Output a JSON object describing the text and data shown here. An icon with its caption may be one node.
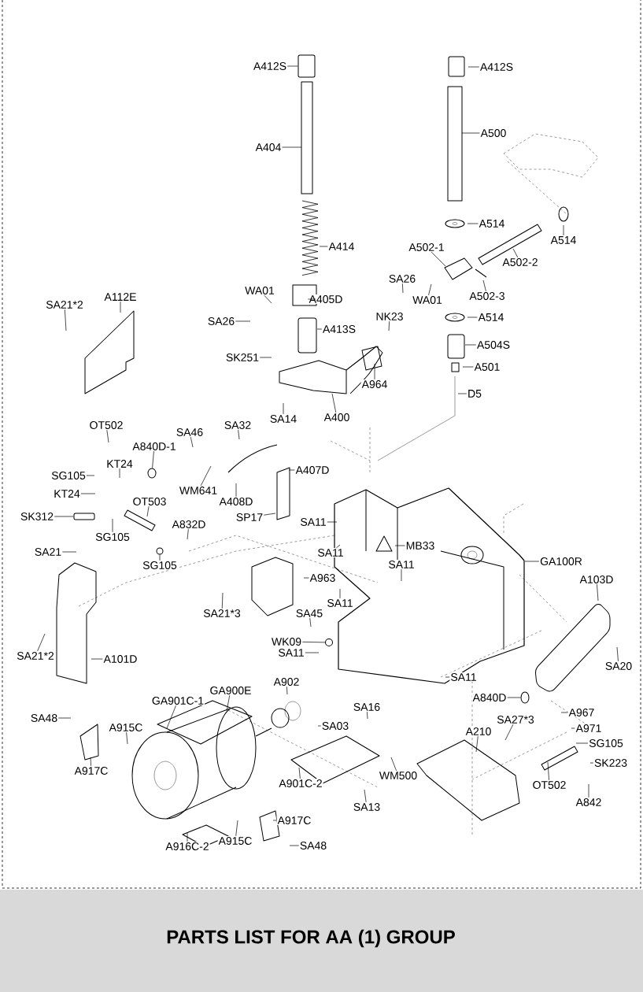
{
  "diagram": {
    "title": "PARTS LIST FOR AA (1) GROUP",
    "nodes": [
      {
        "text": [
          "A412S"
        ]
      },
      {
        "text": [
          "A412S"
        ]
      },
      {
        "text": [
          "A404"
        ]
      },
      {
        "text": [
          "A500"
        ]
      },
      {
        "text": [
          "A514"
        ]
      },
      {
        "text": [
          "A514"
        ]
      },
      {
        "text": [
          "A502-1"
        ]
      },
      {
        "text": [
          "A502-2"
        ]
      },
      {
        "text": [
          "A502-3"
        ]
      },
      {
        "text": [
          "SA26"
        ]
      },
      {
        "text": [
          "WA01"
        ]
      },
      {
        "text": [
          "A514"
        ]
      },
      {
        "text": [
          "A504S"
        ]
      },
      {
        "text": [
          "A501"
        ]
      },
      {
        "text": [
          "D5"
        ]
      },
      {
        "text": [
          "A414"
        ]
      },
      {
        "text": [
          "WA01"
        ]
      },
      {
        "text": [
          "A405D"
        ]
      },
      {
        "text": [
          "SA26"
        ]
      },
      {
        "text": [
          "A413S"
        ]
      },
      {
        "text": [
          "NK23"
        ]
      },
      {
        "text": [
          "SK251"
        ]
      },
      {
        "text": [
          "A964"
        ]
      },
      {
        "text": [
          "SA14"
        ]
      },
      {
        "text": [
          "A400"
        ]
      },
      {
        "text": [
          "A112E"
        ]
      },
      {
        "text": [
          "SA21*2"
        ]
      },
      {
        "text": [
          "OT502"
        ]
      },
      {
        "text": [
          "A840D-1"
        ]
      },
      {
        "text": [
          "SA46"
        ]
      },
      {
        "text": [
          "SA32"
        ]
      },
      {
        "text": [
          "SG105"
        ]
      },
      {
        "text": [
          "KT24"
        ]
      },
      {
        "text": [
          "KT24"
        ]
      },
      {
        "text": [
          "SK312"
        ]
      },
      {
        "text": [
          "OT503"
        ]
      },
      {
        "text": [
          "WM641"
        ]
      },
      {
        "text": [
          "A408D"
        ]
      },
      {
        "text": [
          "A407D"
        ]
      },
      {
        "text": [
          "SP17"
        ]
      },
      {
        "text": [
          "SG105"
        ]
      },
      {
        "text": [
          "SA11"
        ]
      },
      {
        "text": [
          "A832D"
        ]
      },
      {
        "text": [
          "SG105"
        ]
      },
      {
        "text": [
          "SA11"
        ]
      },
      {
        "text": [
          "SA21"
        ]
      },
      {
        "text": [
          "MB33"
        ]
      },
      {
        "text": [
          "SA11"
        ]
      },
      {
        "text": [
          "SA11"
        ]
      },
      {
        "text": [
          "A963"
        ]
      },
      {
        "text": [
          "SA21*3"
        ]
      },
      {
        "text": [
          "GA100R"
        ]
      },
      {
        "text": [
          "A103D"
        ]
      },
      {
        "text": [
          "SA45"
        ]
      },
      {
        "text": [
          "WK09"
        ]
      },
      {
        "text": [
          "SA11"
        ]
      },
      {
        "text": [
          "SA21*2"
        ]
      },
      {
        "text": [
          "A101D"
        ]
      },
      {
        "text": [
          "SA20"
        ]
      },
      {
        "text": [
          "SA11"
        ]
      },
      {
        "text": [
          "GA901C-1"
        ]
      },
      {
        "text": [
          "GA900E"
        ]
      },
      {
        "text": [
          "A902"
        ]
      },
      {
        "text": [
          "SA03"
        ]
      },
      {
        "text": [
          "SA16"
        ]
      },
      {
        "text": [
          "SA48"
        ]
      },
      {
        "text": [
          "A915C"
        ]
      },
      {
        "text": [
          "A917C"
        ]
      },
      {
        "text": [
          "A840D"
        ]
      },
      {
        "text": [
          "A967"
        ]
      },
      {
        "text": [
          "A971"
        ]
      },
      {
        "text": [
          "SA27*3"
        ]
      },
      {
        "text": [
          "A210"
        ]
      },
      {
        "text": [
          "SG105"
        ]
      },
      {
        "text": [
          "SK223"
        ]
      },
      {
        "text": [
          "A901C-2"
        ]
      },
      {
        "text": [
          "WM500"
        ]
      },
      {
        "text": [
          "SA13"
        ]
      },
      {
        "text": [
          "OT502"
        ]
      },
      {
        "text": [
          "A842"
        ]
      },
      {
        "text": [
          "A917C"
        ]
      },
      {
        "text": [
          "A915C"
        ]
      },
      {
        "text": [
          "A916C-2"
        ]
      },
      {
        "text": [
          "SA48"
        ]
      },
      {
        "text": [],
        "shape": "circle"
      },
      {
        "text": [],
        "shape": "box"
      },
      {
        "text": [],
        "shape": "circle"
      },
      {
        "text": [],
        "shape": "circle"
      },
      {
        "text": [],
        "shape": "circle"
      },
      {
        "text": [],
        "shape": "box"
      }
    ],
    "edges": [
      {
        "from": 0,
        "to": 89,
        "arrow": "none"
      },
      {
        "from": 1,
        "to": null,
        "arrow": "none"
      },
      {
        "from": 2,
        "to": null,
        "arrow": "none"
      },
      {
        "from": 3,
        "to": null,
        "arrow": "none"
      },
      {
        "from": 4,
        "to": null,
        "arrow": "none"
      },
      {
        "from": 5,
        "to": null,
        "arrow": "none"
      },
      {
        "from": 6,
        "to": null,
        "arrow": "none"
      },
      {
        "from": 7,
        "to": null,
        "arrow": "none"
      },
      {
        "from": 8,
        "to": null,
        "arrow": "none"
      },
      {
        "from": 9,
        "to": null,
        "arrow": "none"
      },
      {
        "from": 10,
        "to": null,
        "arrow": "none"
      },
      {
        "from": 11,
        "to": null,
        "arrow": "none"
      },
      {
        "from": 12,
        "to": null,
        "arrow": "none"
      },
      {
        "from": 13,
        "to": null,
        "arrow": "none"
      },
      {
        "from": 14,
        "to": null,
        "arrow": "none"
      },
      {
        "from": 15,
        "to": null,
        "arrow": "none"
      },
      {
        "from": 16,
        "to": null,
        "arrow": "none"
      },
      {
        "from": 17,
        "to": null,
        "arrow": "none"
      },
      {
        "from": 18,
        "to": null,
        "arrow": "none"
      },
      {
        "from": 19,
        "to": null,
        "arrow": "none"
      },
      {
        "from": 20,
        "to": null,
        "arrow": "none"
      },
      {
        "from": 21,
        "to": null,
        "arrow": "none"
      },
      {
        "from": 22,
        "to": null,
        "arrow": "none"
      },
      {
        "from": 23,
        "to": null,
        "arrow": "none"
      },
      {
        "from": 24,
        "to": null,
        "arrow": "none"
      },
      {
        "from": 25,
        "to": null,
        "arrow": "none"
      },
      {
        "from": 26,
        "to": null,
        "arrow": "none"
      },
      {
        "from": 27,
        "to": null,
        "arrow": "none"
      },
      {
        "from": 28,
        "to": 84,
        "arrow": "none"
      },
      {
        "from": 29,
        "to": null,
        "arrow": "none"
      },
      {
        "from": 30,
        "to": null,
        "arrow": "none"
      },
      {
        "from": 31,
        "to": null,
        "arrow": "none"
      },
      {
        "from": 32,
        "to": null,
        "arrow": "none"
      },
      {
        "from": 33,
        "to": null,
        "arrow": "none"
      },
      {
        "from": 34,
        "to": 85,
        "arrow": "none"
      },
      {
        "from": 35,
        "to": null,
        "arrow": "none"
      },
      {
        "from": 36,
        "to": null,
        "arrow": "none"
      },
      {
        "from": 37,
        "to": null,
        "arrow": "none"
      },
      {
        "from": 38,
        "to": null,
        "arrow": "none"
      },
      {
        "from": 39,
        "to": null,
        "arrow": "none"
      },
      {
        "from": 40,
        "to": null,
        "arrow": "none"
      },
      {
        "from": 41,
        "to": null,
        "arrow": "none"
      },
      {
        "from": 42,
        "to": null,
        "arrow": "none"
      },
      {
        "from": 43,
        "to": 88,
        "arrow": "none"
      },
      {
        "from": 44,
        "to": null,
        "arrow": "none"
      },
      {
        "from": 45,
        "to": null,
        "arrow": "none"
      },
      {
        "from": 46,
        "to": null,
        "arrow": "none"
      },
      {
        "from": 47,
        "to": null,
        "arrow": "none"
      },
      {
        "from": 48,
        "to": null,
        "arrow": "none"
      },
      {
        "from": 49,
        "to": null,
        "arrow": "none"
      },
      {
        "from": 50,
        "to": null,
        "arrow": "none"
      },
      {
        "from": 51,
        "to": null,
        "arrow": "none"
      },
      {
        "from": 52,
        "to": null,
        "arrow": "none"
      },
      {
        "from": 53,
        "to": null,
        "arrow": "none"
      },
      {
        "from": 54,
        "to": 86,
        "arrow": "none"
      },
      {
        "from": 55,
        "to": null,
        "arrow": "none"
      },
      {
        "from": 56,
        "to": null,
        "arrow": "none"
      },
      {
        "from": 57,
        "to": null,
        "arrow": "none"
      },
      {
        "from": 58,
        "to": null,
        "arrow": "none"
      },
      {
        "from": 59,
        "to": null,
        "arrow": "none"
      },
      {
        "from": 60,
        "to": null,
        "arrow": "none"
      },
      {
        "from": 61,
        "to": null,
        "arrow": "none"
      },
      {
        "from": 62,
        "to": null,
        "arrow": "none"
      },
      {
        "from": 63,
        "to": null,
        "arrow": "none"
      },
      {
        "from": 64,
        "to": null,
        "arrow": "none"
      },
      {
        "from": 65,
        "to": null,
        "arrow": "none"
      },
      {
        "from": 66,
        "to": null,
        "arrow": "none"
      },
      {
        "from": 67,
        "to": null,
        "arrow": "none"
      },
      {
        "from": 68,
        "to": 87,
        "arrow": "none"
      },
      {
        "from": 69,
        "to": null,
        "arrow": "none"
      },
      {
        "from": 70,
        "to": null,
        "arrow": "none"
      },
      {
        "from": 71,
        "to": null,
        "arrow": "none"
      },
      {
        "from": 72,
        "to": null,
        "arrow": "none"
      },
      {
        "from": 73,
        "to": null,
        "arrow": "none"
      },
      {
        "from": 74,
        "to": null,
        "arrow": "none"
      },
      {
        "from": 75,
        "to": null,
        "arrow": "none"
      },
      {
        "from": 76,
        "to": null,
        "arrow": "none"
      },
      {
        "from": 77,
        "to": null,
        "arrow": "none"
      },
      {
        "from": 78,
        "to": null,
        "arrow": "none"
      },
      {
        "from": 79,
        "to": null,
        "arrow": "none"
      },
      {
        "from": 80,
        "to": null,
        "arrow": "none"
      },
      {
        "from": 81,
        "to": null,
        "arrow": "none"
      },
      {
        "from": 82,
        "to": null,
        "arrow": "none"
      },
      {
        "from": 83,
        "to": null,
        "arrow": "none"
      }
    ]
  }
}
